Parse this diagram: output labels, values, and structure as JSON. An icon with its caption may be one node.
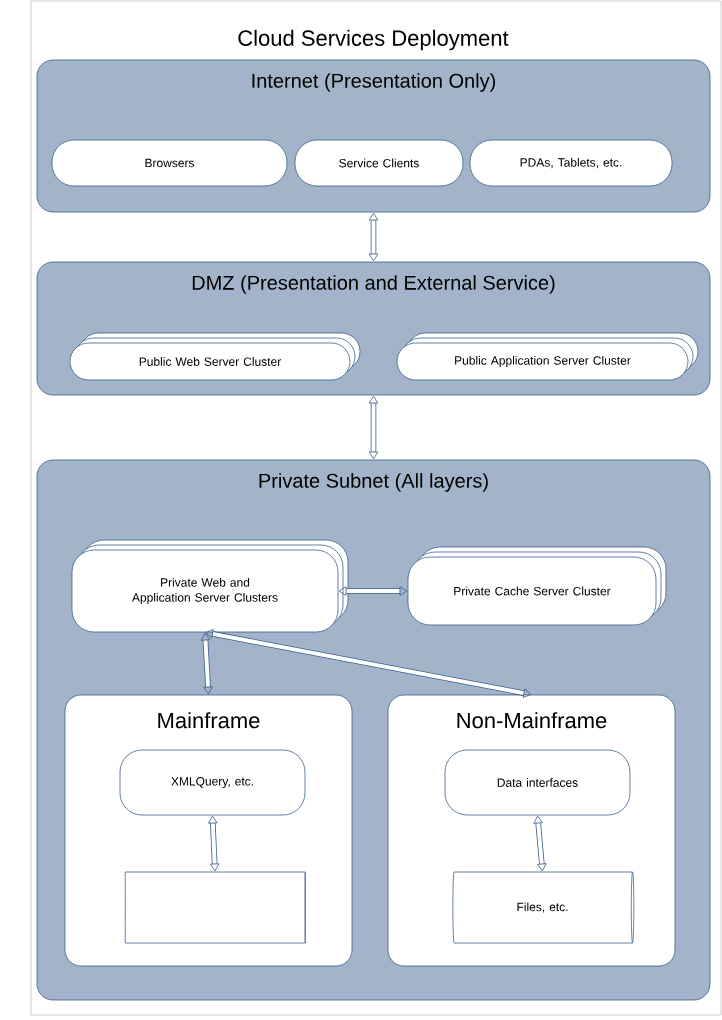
{
  "diagram": {
    "title": "Cloud Services Deployment",
    "nodes": [
      {
        "text": [
          "Internet (Presentation Only)"
        ]
      },
      {
        "text": [
          "Browsers"
        ],
        "in": 0
      },
      {
        "text": [
          "Service Clients"
        ],
        "in": 0
      },
      {
        "text": [
          "PDAs, Tablets, etc."
        ],
        "in": 0
      },
      {
        "text": [
          "DMZ (Presentation and External Service)"
        ]
      },
      {
        "text": [
          "Public Web Server Cluster"
        ],
        "in": 4
      },
      {
        "text": [
          "Public Application Server Cluster"
        ],
        "in": 4
      },
      {
        "text": [
          "Private Subnet (All layers)"
        ]
      },
      {
        "text": [
          "Private Web and Application Server Clusters"
        ],
        "in": 7
      },
      {
        "text": [
          "Private Cache Server Cluster"
        ],
        "in": 7
      },
      {
        "text": [
          "Mainframe"
        ],
        "in": 7
      },
      {
        "text": [
          "XMLQuery, etc."
        ],
        "in": 10
      },
      {
        "text": [],
        "shape": "cylinder",
        "in": 10
      },
      {
        "text": [
          "Non-Mainframe"
        ],
        "in": 7
      },
      {
        "text": [
          "Data interfaces"
        ],
        "in": 13
      },
      {
        "text": [
          "Files, etc."
        ],
        "in": 13
      }
    ],
    "edges": [
      {
        "from": 0,
        "to": 4,
        "arrow": "both"
      },
      {
        "from": 4,
        "to": 7,
        "arrow": "both"
      },
      {
        "from": 8,
        "to": 9,
        "arrow": "both"
      },
      {
        "from": 8,
        "to": 10,
        "arrow": "both"
      },
      {
        "from": 8,
        "to": 13,
        "arrow": "both"
      },
      {
        "from": 11,
        "to": 12,
        "arrow": "both"
      },
      {
        "from": 14,
        "to": 15,
        "arrow": "both"
      }
    ]
  }
}
